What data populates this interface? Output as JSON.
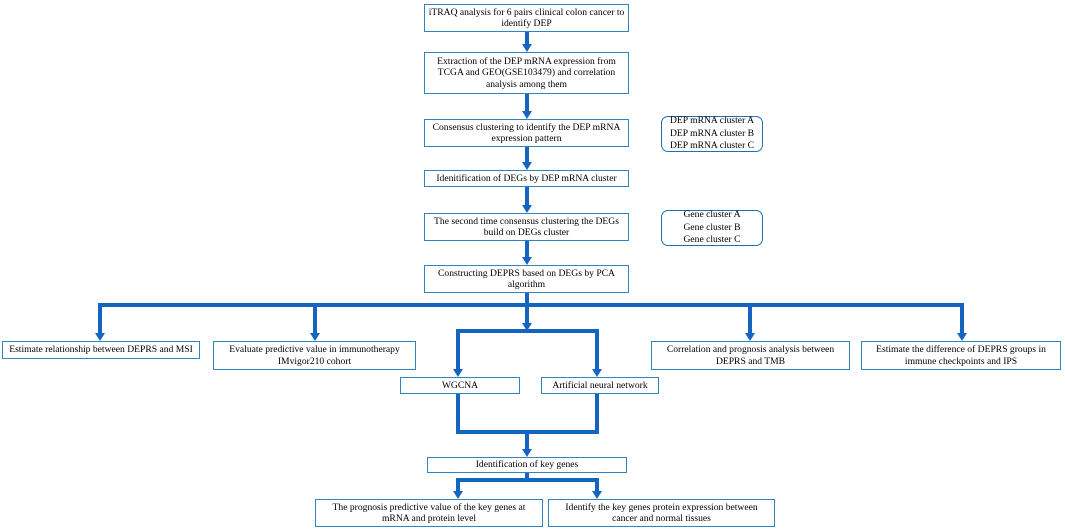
{
  "steps": {
    "itraq": [
      "iTRAQ analysis for 6 pairs clinical colon cancer to",
      "identify DEP"
    ],
    "extraction": [
      "Extraction of the DEP mRNA expression from",
      "TCGA and GEO(GSE103479) and correlation",
      "analysis among them"
    ],
    "consensus": [
      "Consensus clustering to identify the DEP mRNA",
      "expression pattern"
    ],
    "degs": [
      "Idenitification of DEGs by DEP mRNA cluster"
    ],
    "second": [
      "The second time consensus clustering the DEGs",
      "build on DEGs cluster"
    ],
    "deprs": [
      "Constructing DEPRS based on DEGs by PCA",
      "algorithm"
    ],
    "msi": [
      "Estimate relationship between DEPRS and MSI"
    ],
    "immuno": [
      "Evaluate predictive value in immunotherapy",
      "IMvigor210 cohort"
    ],
    "tmb": [
      "Correlation and prognosis analysis between",
      "DEPRS and TMB"
    ],
    "ips": [
      "Estimate the difference of DEPRS groups in",
      "immune checkpoints and IPS"
    ],
    "wgcna": [
      "WGCNA"
    ],
    "ann": [
      "Artificial neural network"
    ],
    "keygenes": [
      "Identification of key genes"
    ],
    "prognosis": [
      "The prognosis predictive value of the key genes at",
      "mRNA and protein level"
    ],
    "protein": [
      "Identify the key genes protein expression between",
      "cancer and normal tissues"
    ]
  },
  "side_groups": {
    "dep_clusters": [
      "DEP mRNA cluster A",
      "DEP mRNA cluster B",
      "DEP mRNA cluster C"
    ],
    "gene_clusters": [
      "Gene cluster A",
      "Gene cluster B",
      "Gene cluster C"
    ]
  },
  "colors": {
    "box_border": "#2e86c1",
    "arrow": "#1565c0",
    "rounded_border": "#1f6fb5"
  }
}
